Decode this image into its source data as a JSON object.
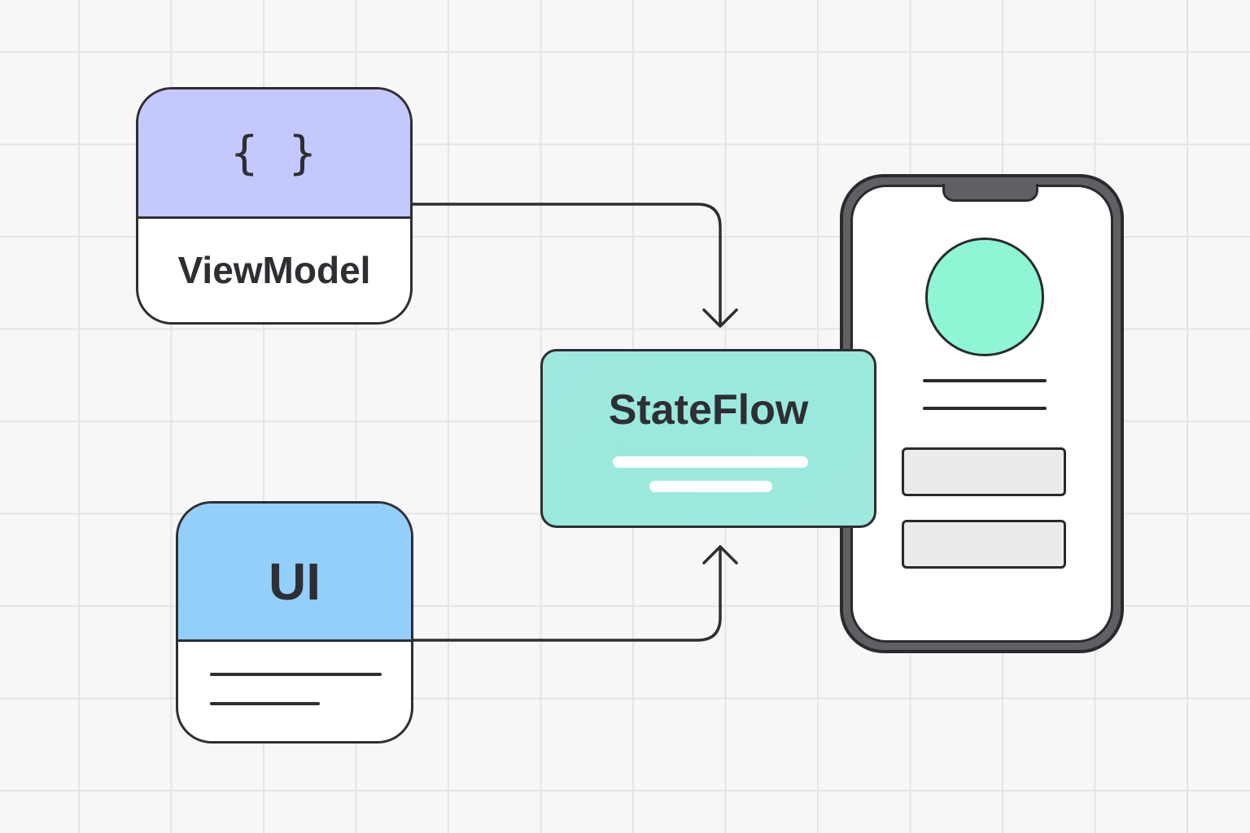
{
  "colors": {
    "background": "#f7f7f7",
    "grid_line": "#e4e4e4",
    "outline": "#2e2e33",
    "viewmodel_header": "#c5c8fd",
    "ui_header": "#93cffb",
    "stateflow_fill": "#99e9dc",
    "phone_avatar": "#8ef5d5",
    "phone_frame": "#5f6063",
    "phone_button": "#ebebeb"
  },
  "nodes": {
    "viewmodel": {
      "icon": "curly-braces-icon",
      "icon_text": "{ }",
      "label": "ViewModel"
    },
    "ui": {
      "label": "UI"
    },
    "stateflow": {
      "label": "StateFlow"
    }
  },
  "edges": [
    {
      "from": "ViewModel",
      "to": "StateFlow",
      "arrow": "down"
    },
    {
      "from": "UI",
      "to": "StateFlow",
      "arrow": "up"
    }
  ],
  "phone": {
    "icon": "smartphone-icon",
    "avatar": "avatar-circle",
    "text_lines": 2,
    "buttons": 2
  }
}
